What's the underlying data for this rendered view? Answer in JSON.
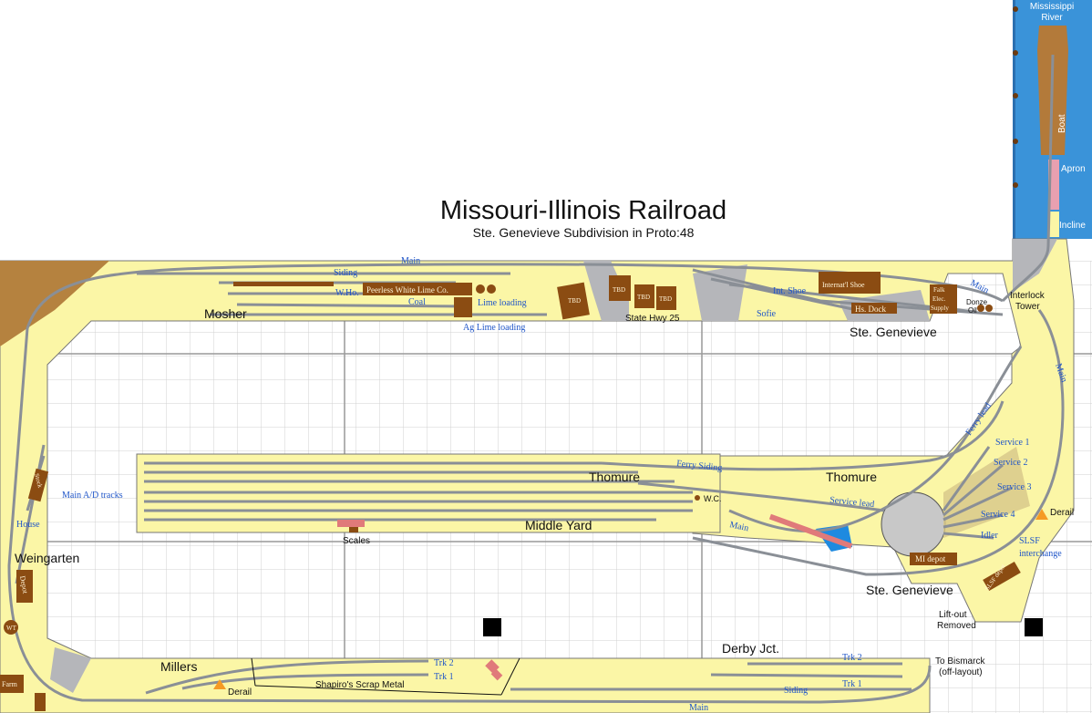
{
  "title": "Missouri-Illinois Railroad",
  "subtitle": "Ste. Genevieve Subdivision in Proto:48",
  "towns": {
    "mosher": "Mosher",
    "ste_genevieve_top": "Ste. Genevieve",
    "weingarten": "Weingarten",
    "thomure_left": "Thomure",
    "thomure_right": "Thomure",
    "middle_yard": "Middle Yard",
    "ste_genevieve_bottom": "Ste. Genevieve",
    "millers": "Millers",
    "derby_jct": "Derby Jct."
  },
  "track_labels": {
    "main_top": "Main",
    "siding_top": "Siding",
    "wh": "W.Ho.",
    "coal": "Coal",
    "lime_loading": "Lime loading",
    "ag_lime_loading": "Ag Lime loading",
    "int_shoe": "Int. Shoe",
    "sofie": "Sofie",
    "main_right_upper": "Main",
    "main_right": "Main",
    "ferry_lead": "Ferry lead",
    "ferry_siding": "Ferry Siding",
    "service_lead": "Service lead",
    "service_1": "Service 1",
    "service_2": "Service 2",
    "service_3": "Service 3",
    "service_4": "Service 4",
    "idler": "Idler",
    "slsf_interchange_1": "SLSF",
    "slsf_interchange_2": "interchange",
    "main_ad": "Main A/D tracks",
    "main_yard": "Main",
    "house": "House",
    "trk2_left": "Trk 2",
    "trk1_left": "Trk 1",
    "trk2_right": "Trk 2",
    "trk1_right": "Trk 1",
    "siding_bottom": "Siding",
    "main_bottom": "Main"
  },
  "features": {
    "mississippi_1": "Mississippi",
    "mississippi_2": "River",
    "boat": "Boat",
    "apron": "Apron",
    "incline": "Incline",
    "interlock_1": "Interlock",
    "interlock_2": "Tower",
    "state_hwy": "State Hwy 25",
    "scales": "Scales",
    "wc": "W.C.",
    "derail_right": "Derail",
    "derail_bottom": "Derail",
    "liftout_1": "Lift-out",
    "liftout_2": "Removed",
    "shapiros": "Shapiro's Scrap Metal",
    "to_bismarck_1": "To Bismarck",
    "to_bismarck_2": "(off-layout)",
    "donze_oil_1": "Donze",
    "donze_oil_2": "Oil"
  },
  "industries": {
    "peerless": "Peerless White Lime Co.",
    "tbd_1": "TBD",
    "tbd_2": "TBD",
    "tbd_3": "TBD",
    "tbd_4": "TBD",
    "intl_shoe": "Internat'l Shoe",
    "hs_dock": "Hs. Dock",
    "falk_1": "Falk",
    "falk_2": "Elec.",
    "falk_3": "Supply",
    "mi_depot": "MI depot",
    "slsf_depot": "SLSF depot",
    "weingarten_depot": "Depot",
    "wt": "WT",
    "farm": "Farm",
    "stock": "Stock"
  },
  "colors": {
    "benchwork": "#fbf6a6",
    "track": "#8a8f96",
    "industry": "#8b4c12",
    "river": "#3a93d9",
    "road": "#b5b6ba",
    "label_blue": "#1f55c8",
    "grid": "#c9c9c9"
  }
}
